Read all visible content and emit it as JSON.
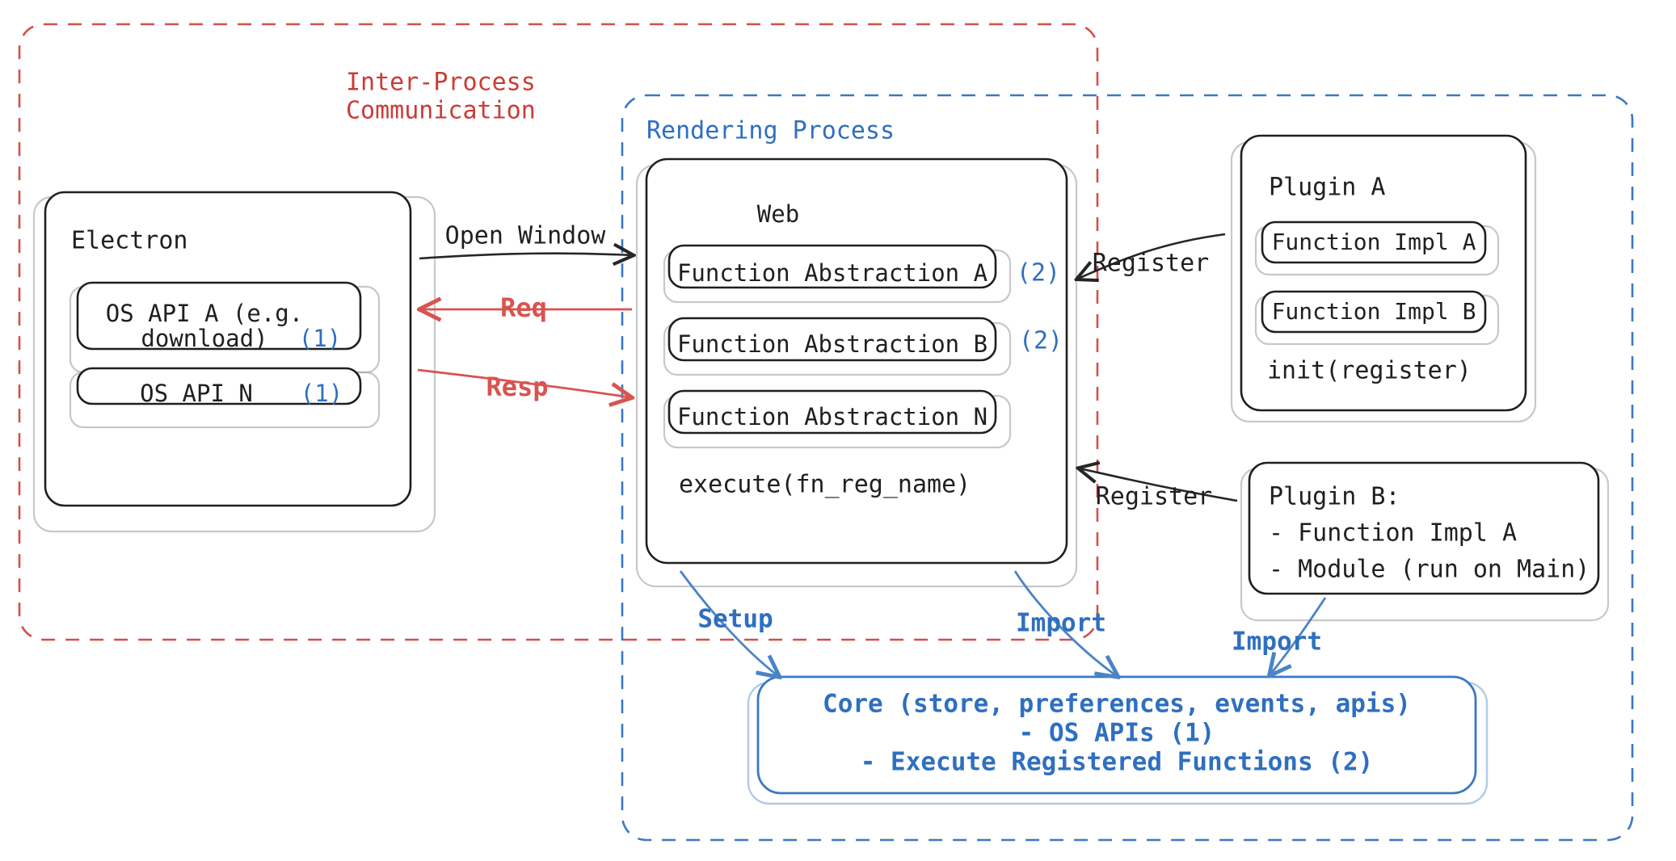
{
  "diagram": {
    "title": "Electron plugin architecture",
    "colors": {
      "ipc_red": "#cc3b36",
      "process_blue": "#2f6fc0",
      "core_blue": "#3a78c2",
      "text_black": "#1f1f1f"
    },
    "groups": {
      "ipc": {
        "label_line1": "Inter-Process",
        "label_line2": "Communication"
      },
      "rendering": {
        "label": "Rendering Process"
      }
    },
    "electron": {
      "title": "Electron",
      "apis": [
        {
          "line1": "OS API A (e.g.",
          "line2": "download)",
          "marker": "(1)"
        },
        {
          "line1": "OS API N",
          "line2": "",
          "marker": "(1)"
        }
      ]
    },
    "web": {
      "title": "Web",
      "abstractions": [
        {
          "label": "Function Abstraction A",
          "marker": "(2)"
        },
        {
          "label": "Function Abstraction B",
          "marker": "(2)"
        },
        {
          "label": "Function Abstraction N",
          "marker": ""
        }
      ],
      "footer": "execute(fn_reg_name)"
    },
    "plugin_a": {
      "title": "Plugin A",
      "items": [
        "Function Impl A",
        "Function Impl B"
      ],
      "footer": "init(register)"
    },
    "plugin_b": {
      "title": "Plugin B:",
      "items": [
        "- Function Impl A",
        "- Module (run on Main)"
      ]
    },
    "core": {
      "line1": "Core (store, preferences, events, apis)",
      "line2": "- OS APIs (1)",
      "line3": "- Execute Registered Functions (2)"
    },
    "edges": {
      "open_window": "Open Window",
      "req": "Req",
      "resp": "Resp",
      "register_a": "Register",
      "register_b": "Register",
      "setup": "Setup",
      "import_web": "Import",
      "import_plugin_b": "Import"
    }
  }
}
